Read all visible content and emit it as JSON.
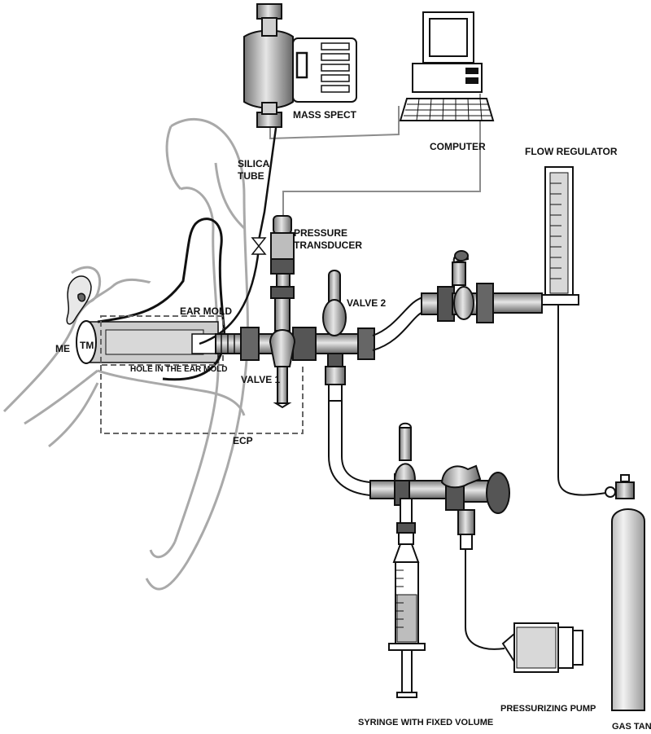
{
  "labels": {
    "mass_spect": "MASS SPECT",
    "computer": "COMPUTER",
    "flow_regulator": "FLOW REGULATOR",
    "silica_tube_line1": "SILICA",
    "silica_tube_line2": "TUBE",
    "pressure_transducer_line1": "PRESSURE",
    "pressure_transducer_line2": "TRANSDUCER",
    "ear_mold": "EAR MOLD",
    "valve_2": "VALVE 2",
    "me": "ME",
    "tm": "TM",
    "hole_in_ear_mold": "HOLE IN THE EAR MOLD",
    "valve_1": "VALVE 1",
    "ecp": "ECP",
    "syringe": "SYRINGE WITH FIXED VOLUME",
    "pressurizing_pump": "PRESSURIZING PUMP",
    "gas_tank": "GAS TANK"
  },
  "colors": {
    "line": "#111111",
    "ear_outline": "#a9a9a9",
    "cable": "#8c8c8c",
    "part_dark": "#555555",
    "part_mid": "#8a8a8a",
    "part_light": "#cfcfcf",
    "ear_mold_fill": "#c8c8c8"
  }
}
